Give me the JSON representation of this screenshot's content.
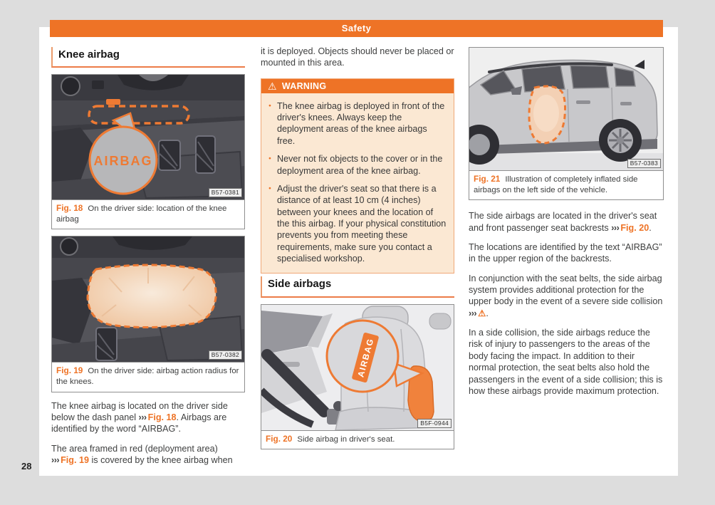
{
  "header": {
    "title": "Safety"
  },
  "page_number": "28",
  "colors": {
    "accent": "#EE7326",
    "warning_body_bg": "#FBE8D3",
    "warning_border": "#F0A878",
    "page_bg": "#DDDDDD",
    "body_text": "#3F4040"
  },
  "left": {
    "heading": "Knee airbag",
    "fig18": {
      "label": "Fig. 18",
      "caption": "On the driver side: location of the knee airbag",
      "image_code": "B57-0381",
      "airbag_label": "AIRBAG"
    },
    "fig19": {
      "label": "Fig. 19",
      "caption": "On the driver side: airbag action radius for the knees.",
      "image_code": "B57-0382"
    },
    "para1": {
      "s1": "The knee airbag is located on the driver side below the dash panel ",
      "arrow": "›››",
      "ref": "Fig. 18",
      "s2": ". Airbags are identified by the word “AIRBAG”."
    },
    "para2": {
      "s1": "The area framed in red (deployment area) ",
      "arrow": "›››",
      "ref": "Fig. 19",
      "s2": " is covered by the knee airbag when"
    }
  },
  "middle": {
    "intro": "it is deployed. Objects should never be placed or mounted in this area.",
    "warning": {
      "icon": "⚠",
      "title": "WARNING",
      "bullets": [
        "The knee airbag is deployed in front of the driver's knees. Always keep the deployment areas of the knee airbags free.",
        "Never not fix objects to the cover or in the deployment area of the knee airbag.",
        "Adjust the driver's seat so that there is a distance of at least 10 cm (4 inches) between your knees and the location of the this airbag. If your physical constitution prevents you from meeting these requirements, make sure you contact a specialised workshop."
      ]
    },
    "heading": "Side airbags",
    "fig20": {
      "label": "Fig. 20",
      "caption": "Side airbag in driver's seat.",
      "image_code": "B5F-0944",
      "airbag_label": "AIRBAG"
    }
  },
  "right": {
    "fig21": {
      "label": "Fig. 21",
      "caption": "Illustration of completely inflated side airbags on the left side of the vehicle.",
      "image_code": "B57-0383"
    },
    "para1": {
      "s1": "The side airbags are located in the driver's seat and front passenger seat backrests ",
      "arrow": "›››",
      "ref": "Fig. 20",
      "s2": "."
    },
    "para2": "The locations are identified by the text “AIRBAG” in the upper region of the backrests.",
    "para3": {
      "s1": "In conjunction with the seat belts, the side airbag system provides additional protection for the upper body in the event of a severe side collision ",
      "arrow": "›››",
      "warn_icon": "⚠",
      "s2": "."
    },
    "para4": "In a side collision, the side airbags reduce the risk of injury to passengers to the areas of the body facing the impact. In addition to their normal protection, the seat belts also hold the passengers in the event of a side collision; this is how these airbags provide maximum protection."
  }
}
